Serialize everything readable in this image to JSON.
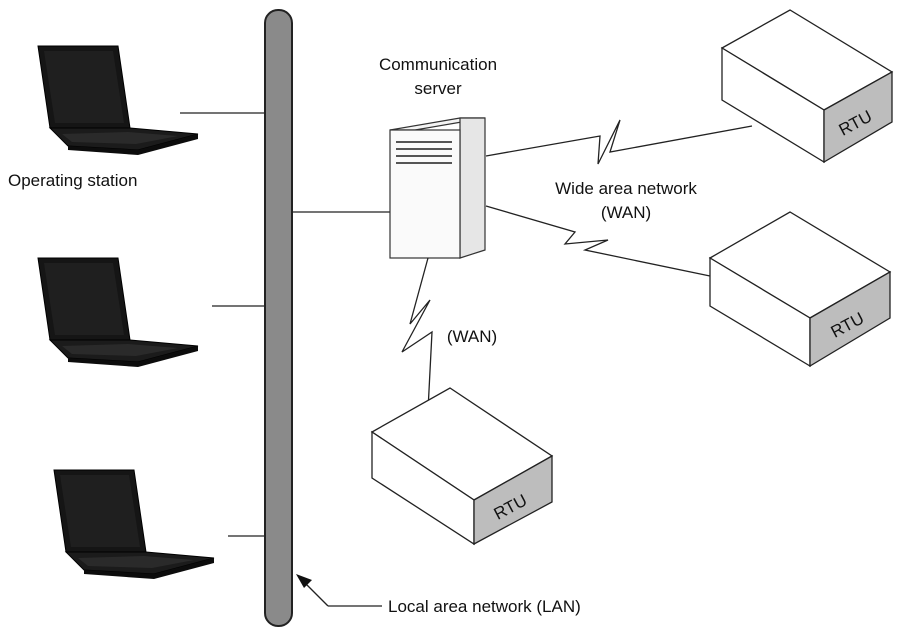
{
  "labels": {
    "operating_station": "Operating station",
    "comm_server_line1": "Communication",
    "comm_server_line2": "server",
    "wan_line1": "Wide area network",
    "wan_line2": "(WAN)",
    "wan_short": "(WAN)",
    "lan": "Local area network (LAN)",
    "rtu": "RTU"
  },
  "colors": {
    "lan_bus": "#8a8a8a",
    "rtu_label_face": "#bdbdbd",
    "laptop": "#151515",
    "line": "#222222"
  },
  "icons": {
    "laptop": "laptop-icon",
    "server": "server-tower-icon",
    "rtu": "rtu-box-icon"
  }
}
